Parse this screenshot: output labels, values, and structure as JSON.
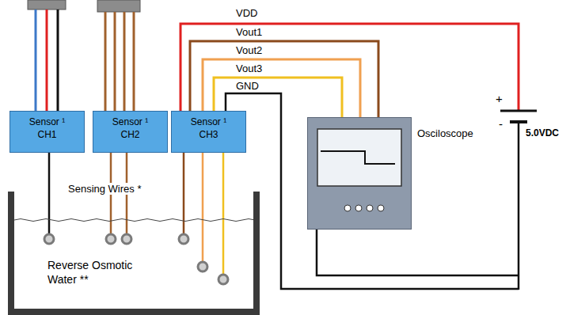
{
  "diagram": {
    "nodes": [
      {
        "text": [
          "Sensor ¹ CH1"
        ]
      },
      {
        "text": [
          "Sensor ¹ CH2"
        ]
      },
      {
        "text": [
          "Sensor ¹ CH3"
        ]
      },
      {
        "text": [
          "Osciloscope"
        ]
      },
      {
        "text": [
          "Reverse Osmotic Water **"
        ]
      }
    ],
    "edges": [
      {
        "from": 2,
        "to": 3,
        "arrow": "none",
        "label": "Vout1"
      },
      {
        "from": 2,
        "to": 3,
        "arrow": "none",
        "label": "Vout2"
      },
      {
        "from": 2,
        "to": 3,
        "arrow": "none",
        "label": "Vout3"
      }
    ],
    "labels": [
      "VDD",
      "GND",
      "+",
      "-",
      "5.0VDC",
      "Sensing Wires *"
    ]
  }
}
